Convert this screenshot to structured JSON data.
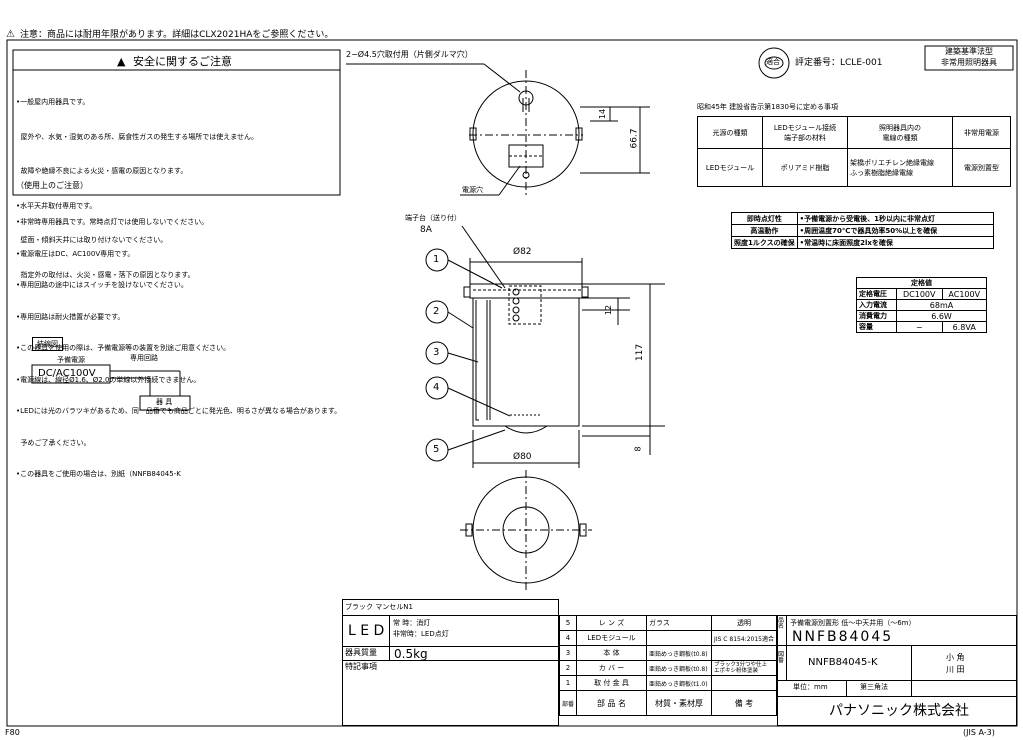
{
  "header": {
    "notice": "注意：商品には耐用年限があります。詳細はCLX2021HAをご参照ください。"
  },
  "safety": {
    "title": "安全に関するご注意",
    "lines": [
      "•一般屋内用器具です。",
      "  屋外や、水気・湿気のある所、腐食性ガスの発生する場所では使えません。",
      "  故障や絶縁不良による火災・感電の原因となります。",
      "•水平天井取付専用です。",
      "  壁面・傾斜天井には取り付けないでください。",
      "  指定外の取付は、火災・感電・落下の原因となります。"
    ]
  },
  "usage": {
    "title": "（使用上のご注意）",
    "lines": [
      "•非常時専用器具です。常時点灯では使用しないでください。",
      "•電源電圧はDC、AC100V専用です。",
      "•専用回路の途中にはスイッチを設けないでください。",
      "•専用回路は耐火措置が必要です。",
      "•この器具を使用の際は、予備電源等の装置を別途ご用意ください。",
      "•電源線は、線径Ø1.6、Ø2.0の単線以外接続できません。",
      "•LEDには光のバラツキがあるため、同一品番でも商品ごとに発光色、明るさが異なる場合があります。",
      "  予めご了承ください。",
      "•この器具をご使用の場合は、別紙（NNFB84045-K"
    ]
  },
  "wiring": {
    "title": "結線図",
    "source_label1": "予備電源",
    "source_label2": "DC/AC100V",
    "circuit_label": "専用回路",
    "fixture_label": "器 具"
  },
  "drawing": {
    "hole_label": "2−Ø4.5穴取付用（片側ダルマ穴）",
    "dim_14": "14",
    "dim_66_7": "66.7",
    "power_hole": "電源穴",
    "terminal_label": "端子台（送り付）",
    "terminal_rating": "8A",
    "dim_82": "Ø82",
    "dim_12": "12",
    "dim_117": "117",
    "dim_80": "Ø80",
    "dim_8": "8",
    "balloons": [
      "1",
      "2",
      "3",
      "4",
      "5"
    ]
  },
  "cert": {
    "seal_text": "適合",
    "approval": "評定番号：LCLE-001",
    "type_line1": "建築基準法型",
    "type_line2": "非常用照明器具"
  },
  "law_table": {
    "caption": "昭和45年 建設省告示第1830号に定める事項",
    "headers": [
      "光源の種類",
      "LEDモジュール接続\n端子部の材料",
      "照明器具内の\n電線の種類",
      "非常用電源"
    ],
    "row": [
      "LEDモジュール",
      "ポリアミド樹脂",
      "架橋ポリエチレン絶縁電線\nふっ素樹脂絶縁電線",
      "電源別置型"
    ]
  },
  "perf_table": {
    "rows": [
      [
        "即時点灯性",
        "•予備電源から受電後、1秒以内に非常点灯"
      ],
      [
        "高温動作",
        "•周囲温度70℃で器具効率50%以上を確保"
      ],
      [
        "照度1ルクスの確保",
        "•常温時に床面照度2lxを確保"
      ]
    ]
  },
  "rating_table": {
    "title": "定格値",
    "rows": [
      [
        "定格電圧",
        "DC100V",
        "AC100V"
      ],
      [
        "入力電流",
        "68mA",
        ""
      ],
      [
        "消費電力",
        "6.6W",
        ""
      ],
      [
        "容量",
        "−",
        "6.8VA"
      ]
    ]
  },
  "titleblock": {
    "color_label": "ブラック マンセルN1",
    "led_label": "L E D",
    "led_normal": "常 時：消灯",
    "led_emerg": "非常時：LED点灯",
    "mass_label": "器具質量",
    "mass_value": "0.5kg",
    "notes_label": "特記事項",
    "parts": [
      [
        "5",
        "レ ン ズ",
        "ガラス",
        "透明"
      ],
      [
        "4",
        "LEDモジュール",
        "",
        "JIS C 8154:2015適合"
      ],
      [
        "3",
        "本 体",
        "亜鉛めっき鋼板(t0.8)",
        ""
      ],
      [
        "2",
        "カ バ ー",
        "亜鉛めっき鋼板(t0.8)",
        "ブラック3分つや仕上\nエポキシ粉体塗装"
      ],
      [
        "1",
        "取 付 金 具",
        "亜鉛めっき鋼板(t1.0)",
        ""
      ]
    ],
    "parts_header": [
      "部番",
      "部 品 名",
      "材質・素材厚",
      "備 考"
    ],
    "product_label": "品名",
    "product_name": "予備電源別置形 低〜中天井用（〜6m）",
    "model_label": "品番",
    "model": "NNFB84045",
    "drawing_label": "図番",
    "drawing_no": "NNFB84045-K",
    "unit": "単位：mm",
    "angle": "第三角法",
    "sign1": "小 角",
    "sign2": "川 田",
    "company": "パナソニック株式会社"
  },
  "footer": {
    "left": "F80",
    "right": "(JIS A-3)"
  }
}
